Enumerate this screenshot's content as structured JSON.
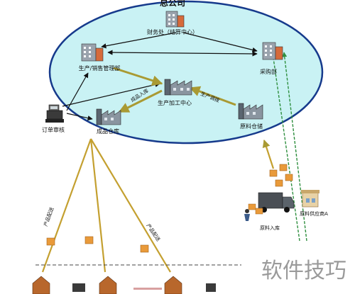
{
  "diagram": {
    "headquarters_title": "总公司",
    "nodes": {
      "finance": "财务处（结算中心）",
      "production_sales": "生产/销售管理部",
      "purchasing": "采购部",
      "processing_center": "生产加工中心",
      "product_warehouse": "成品仓库",
      "material_warehouse": "原料仓储",
      "order_review": "订单审核",
      "supplier": "原料供应商A",
      "material_inbound": "原料入库"
    },
    "flows": {
      "product_inbound": "成品入库",
      "production_dispatch": "生产调拨",
      "product_delivery_left": "产品配送",
      "product_delivery_right": "产品配送"
    },
    "colors": {
      "ellipse_fill": "#c9f2f4",
      "ellipse_stroke": "#163a8c",
      "flow_arrow": "#a99a33",
      "supplier_arrow": "#2f8f3f",
      "box": "#e99a3a"
    }
  },
  "watermark": {
    "text": "软件技巧"
  }
}
